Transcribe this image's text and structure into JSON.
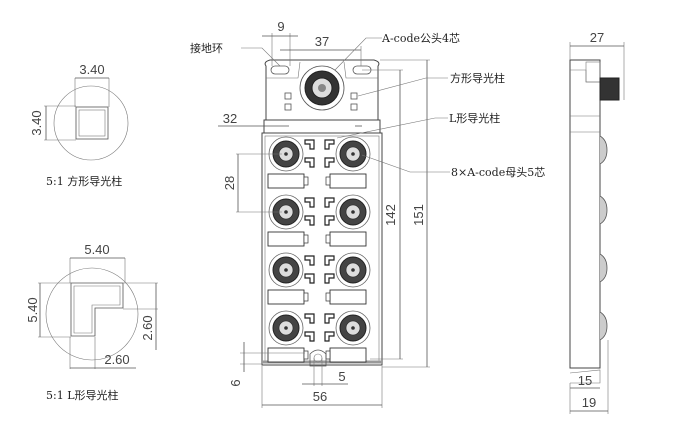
{
  "detail_square": {
    "width_label": "3.40",
    "height_label": "3.40",
    "caption": "5:1 方形导光柱"
  },
  "detail_l": {
    "width_label": "5.40",
    "height_label": "5.40",
    "inner_height_label": "2.60",
    "inner_width_label": "2.60",
    "caption": "5:1 L形导光柱"
  },
  "front_view": {
    "dim_hole_offset": "9",
    "dim_hole_spacing": "37",
    "dim_column_spacing": "32",
    "dim_row_pitch": "28",
    "dim_inner_height": "142",
    "dim_total_height": "151",
    "dim_bottom_offset": "6",
    "dim_bottom_slot": "5",
    "dim_width": "56"
  },
  "callouts": {
    "ground_ring": "接地环",
    "male_connector": "A-code公头4芯",
    "square_light_pipe": "方形导光柱",
    "l_light_pipe": "L形导光柱",
    "female_connectors": "8×A-code母头5芯"
  },
  "side_view": {
    "dim_depth_total": "27",
    "dim_body_depth": "15",
    "dim_base_depth": "19"
  }
}
